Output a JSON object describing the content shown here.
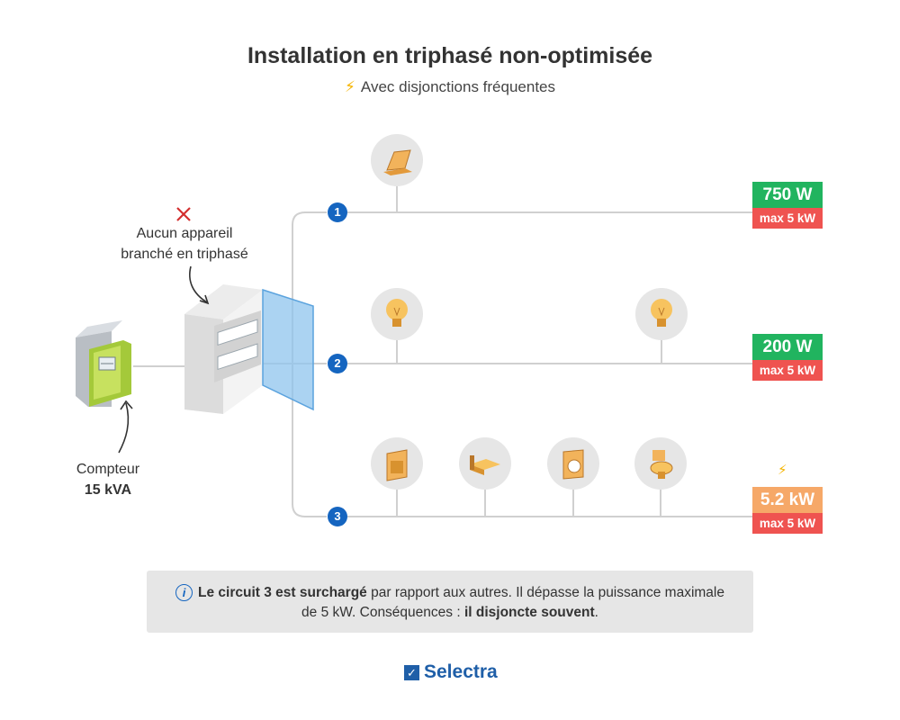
{
  "title": "Installation en triphasé non-optimisée",
  "subtitle": "Avec disjonctions fréquentes",
  "annotations": {
    "panel_note_line1": "Aucun appareil",
    "panel_note_line2": "branché en triphasé",
    "meter_label": "Compteur",
    "meter_value": "15 kVA"
  },
  "circuits": [
    {
      "number": "1",
      "power": "750 W",
      "max": "max 5 kW",
      "overloaded": false,
      "appliances": [
        "laptop-icon"
      ]
    },
    {
      "number": "2",
      "power": "200 W",
      "max": "max 5 kW",
      "overloaded": false,
      "appliances": [
        "lightbulb-icon",
        "lightbulb-icon"
      ]
    },
    {
      "number": "3",
      "power": "5.2 kW",
      "max": "max 5 kW",
      "overloaded": true,
      "appliances": [
        "cooker-icon",
        "bed-icon",
        "washing-machine-icon",
        "toilet-icon"
      ]
    }
  ],
  "info": {
    "bold1": "Le circuit 3 est surchargé",
    "text1": " par rapport aux autres. Il dépasse la puissance maximale de 5 kW. Conséquences : ",
    "bold2": "il disjoncte souvent",
    "text2": "."
  },
  "brand": "Selectra",
  "colors": {
    "ok": "#21b45f",
    "over": "#f6a868",
    "max": "#ef5350",
    "number": "#1565c0",
    "line": "#d0d0d0",
    "warning": "#d32f2f",
    "bolt": "#f5b400"
  }
}
